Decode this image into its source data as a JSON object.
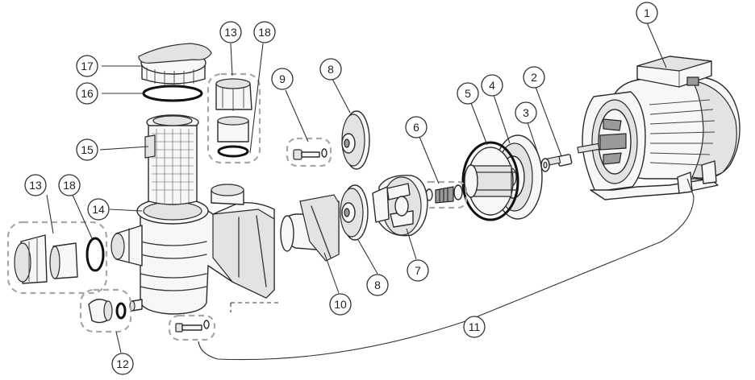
{
  "diagram": {
    "type": "exploded-parts-diagram",
    "subject": "pool pump",
    "callouts": [
      {
        "id": "c1",
        "label": "1"
      },
      {
        "id": "c2",
        "label": "2"
      },
      {
        "id": "c3",
        "label": "3"
      },
      {
        "id": "c4",
        "label": "4"
      },
      {
        "id": "c5",
        "label": "5"
      },
      {
        "id": "c6",
        "label": "6"
      },
      {
        "id": "c7",
        "label": "7"
      },
      {
        "id": "c8a",
        "label": "8"
      },
      {
        "id": "c8b",
        "label": "8"
      },
      {
        "id": "c9",
        "label": "9"
      },
      {
        "id": "c10",
        "label": "10"
      },
      {
        "id": "c11",
        "label": "11"
      },
      {
        "id": "c12",
        "label": "12"
      },
      {
        "id": "c13a",
        "label": "13"
      },
      {
        "id": "c13b",
        "label": "13"
      },
      {
        "id": "c14",
        "label": "14"
      },
      {
        "id": "c15",
        "label": "15"
      },
      {
        "id": "c16",
        "label": "16"
      },
      {
        "id": "c17",
        "label": "17"
      },
      {
        "id": "c18a",
        "label": "18"
      },
      {
        "id": "c18b",
        "label": "18"
      }
    ]
  }
}
